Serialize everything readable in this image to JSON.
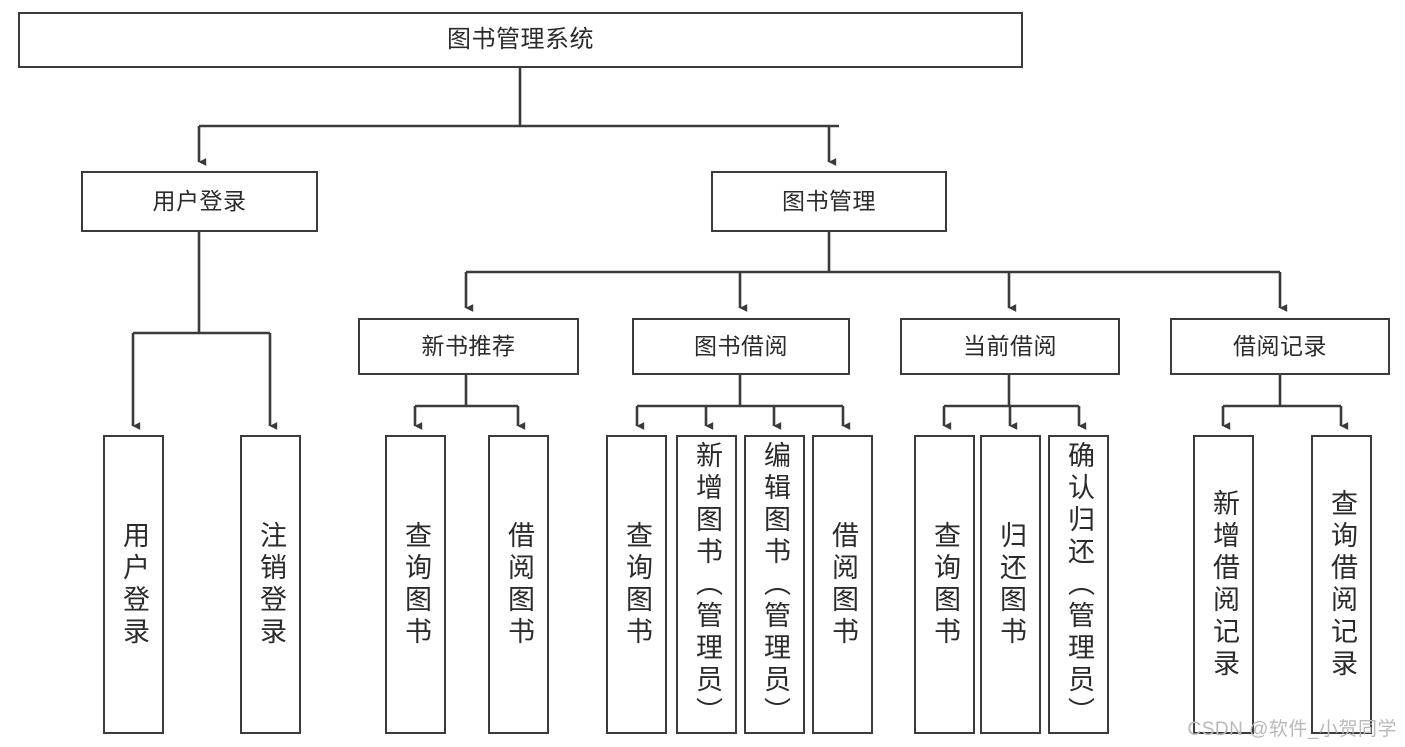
{
  "title": "图书管理系统",
  "watermark": "CSDN @软件_小贺同学",
  "colors": {
    "stroke": "#3b3b3b",
    "text": "#2b2b2b",
    "background": "#ffffff",
    "watermark": "#b9b9b9"
  },
  "diagram": {
    "type": "tree",
    "orientation": "top-down",
    "root": {
      "label": "图书管理系统"
    },
    "level2": [
      {
        "label": "用户登录"
      },
      {
        "label": "图书管理"
      }
    ],
    "level3": [
      {
        "label": "新书推荐"
      },
      {
        "label": "图书借阅"
      },
      {
        "label": "当前借阅"
      },
      {
        "label": "借阅记录"
      }
    ],
    "leaves": {
      "user_login": [
        {
          "label": "用户登录"
        },
        {
          "label": "注销登录"
        }
      ],
      "new_book_recommend": [
        {
          "label": "查询图书"
        },
        {
          "label": "借阅图书"
        }
      ],
      "book_borrow": [
        {
          "label": "查询图书"
        },
        {
          "label": "新增图书（管理员）"
        },
        {
          "label": "编辑图书（管理员）"
        },
        {
          "label": "借阅图书"
        }
      ],
      "current_borrow": [
        {
          "label": "查询图书"
        },
        {
          "label": "归还图书"
        },
        {
          "label": "确认归还（管理员）"
        }
      ],
      "borrow_records": [
        {
          "label": "新增借阅记录"
        },
        {
          "label": "查询借阅记录"
        }
      ]
    }
  }
}
